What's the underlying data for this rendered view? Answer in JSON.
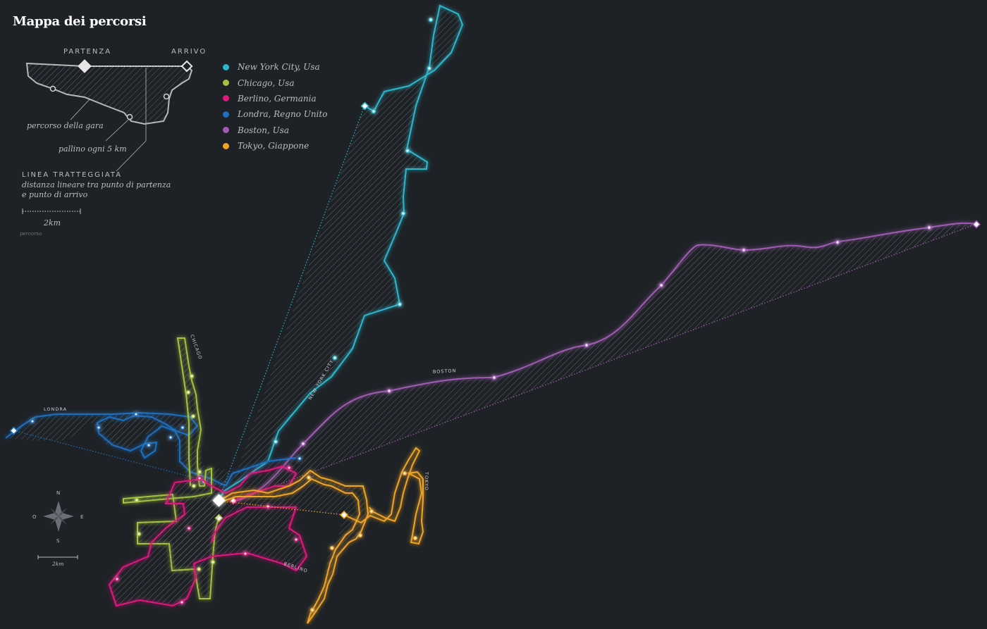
{
  "title": "Mappa dei percorsi",
  "colors": {
    "background": "#1e2226",
    "newyork": "#2bb8cc",
    "chicago": "#a4c23c",
    "berlino": "#e0177f",
    "londra": "#1f6fc1",
    "boston": "#a05bb3",
    "tokyo": "#f0a422",
    "key": "#b9bdc2"
  },
  "key": {
    "partenza": "PARTENZA",
    "arrivo": "ARRIVO",
    "route_caption": "percorso della gara",
    "dot_caption": "pallino ogni 5 km",
    "line_title": "LINEA TRATTEGGIATA",
    "line_desc_1": "distanza lineare tra punto di partenza",
    "line_desc_2": "e punto di arrivo",
    "scale_label": "2km",
    "faint_label": "percorso"
  },
  "legend": [
    {
      "label": "New York City, Usa",
      "color": "#2bb8cc"
    },
    {
      "label": "Chicago, Usa",
      "color": "#a4c23c"
    },
    {
      "label": "Berlino, Germania",
      "color": "#e0177f"
    },
    {
      "label": "Londra, Regno Unito",
      "color": "#1f6fc1"
    },
    {
      "label": "Boston, Usa",
      "color": "#a05bb3"
    },
    {
      "label": "Tokyo, Giappone",
      "color": "#f0a422"
    }
  ],
  "route_labels": {
    "chicago": "CHICAGO",
    "newyork": "NEW YORK CITY",
    "boston": "BOSTON",
    "londra": "LONDRA",
    "tokyo": "TOKYO",
    "berlino": "BERLINO"
  },
  "compass": {
    "n": "N",
    "s": "S",
    "e": "E",
    "o": "O",
    "scale_label": "2km"
  },
  "icons": [
    "compass-rose-icon"
  ]
}
